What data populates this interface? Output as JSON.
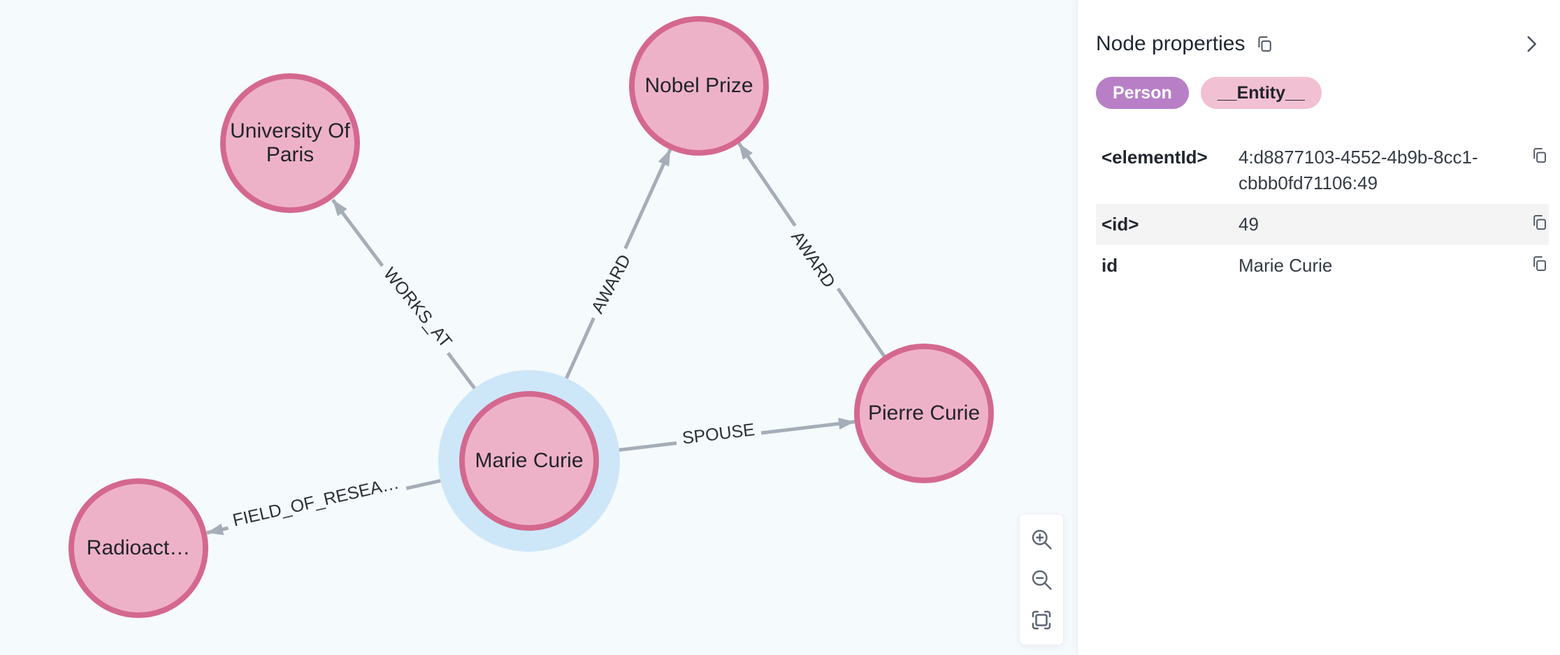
{
  "graph": {
    "nodes": [
      {
        "label": "University Of Paris"
      },
      {
        "label": "Nobel Prize"
      },
      {
        "label": "Marie Curie",
        "selected": true
      },
      {
        "label": "Pierre Curie"
      },
      {
        "label": "Radioact…"
      }
    ],
    "relationships": [
      {
        "type": "WORKS_AT",
        "from": "Marie Curie",
        "to": "University Of Paris"
      },
      {
        "type": "AWARD",
        "from": "Marie Curie",
        "to": "Nobel Prize"
      },
      {
        "type": "AWARD",
        "from": "Pierre Curie",
        "to": "Nobel Prize"
      },
      {
        "type": "SPOUSE",
        "from": "Marie Curie",
        "to": "Pierre Curie"
      },
      {
        "type": "FIELD_OF_RESEA…",
        "from": "Marie Curie",
        "to": "Radioact…"
      }
    ],
    "colors": {
      "canvas_background": "#f5fafd",
      "node_fill": "#eeb2c8",
      "node_border": "#d4688f",
      "selection_halo": "#cde7f8",
      "edge": "#a5adb8",
      "node_text": "#20242b"
    }
  },
  "panel": {
    "title": "Node properties",
    "node_labels": [
      {
        "text": "Person",
        "color": "#b87fc6",
        "text_color": "#ffffff"
      },
      {
        "text": "__Entity__",
        "color": "#f2c0d3",
        "text_color": "#20242b"
      }
    ],
    "properties": [
      {
        "key": "<elementId>",
        "value": "4:d8877103-4552-4b9b-8cc1-cbbb0fd71106:49"
      },
      {
        "key": "<id>",
        "value": "49"
      },
      {
        "key": "id",
        "value": "Marie Curie"
      }
    ]
  }
}
